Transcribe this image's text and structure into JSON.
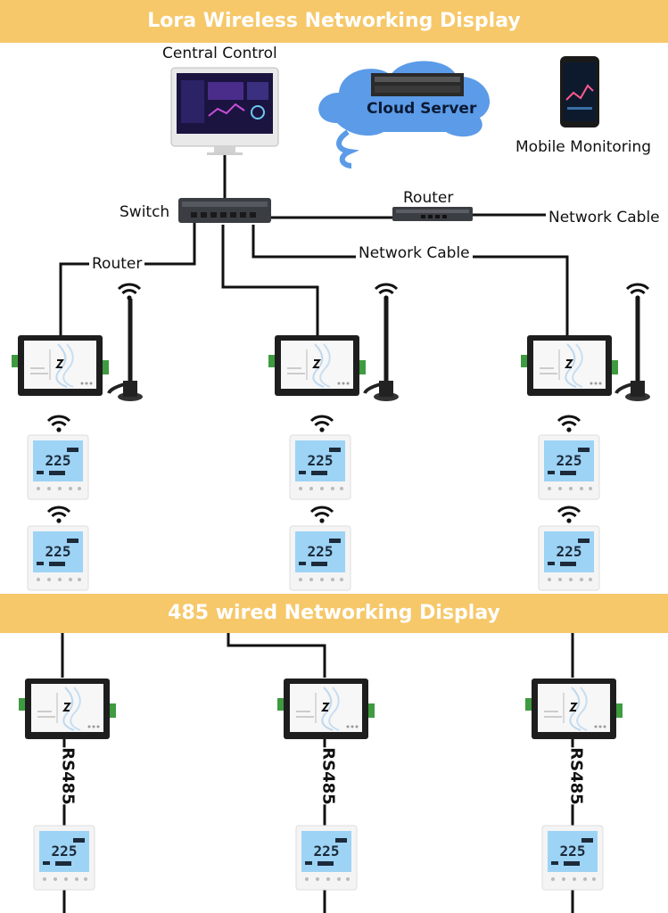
{
  "banners": {
    "top": "Lora Wireless Networking Display",
    "middle": "485 wired Networking Display"
  },
  "labels": {
    "central_control": "Central Control",
    "cloud_server": "Cloud Server",
    "mobile_monitoring": "Mobile Monitoring",
    "switch": "Switch",
    "router_top": "Router",
    "router_left": "Router",
    "network_cable_right": "Network Cable",
    "network_cable_mid": "Network Cable",
    "rs485": "RS485"
  },
  "thermostat": {
    "temperature": "225"
  },
  "colors": {
    "banner": "#f6c86a",
    "cloud": "#5b9be8",
    "screen": "#9dd3f5",
    "line": "#111111"
  }
}
